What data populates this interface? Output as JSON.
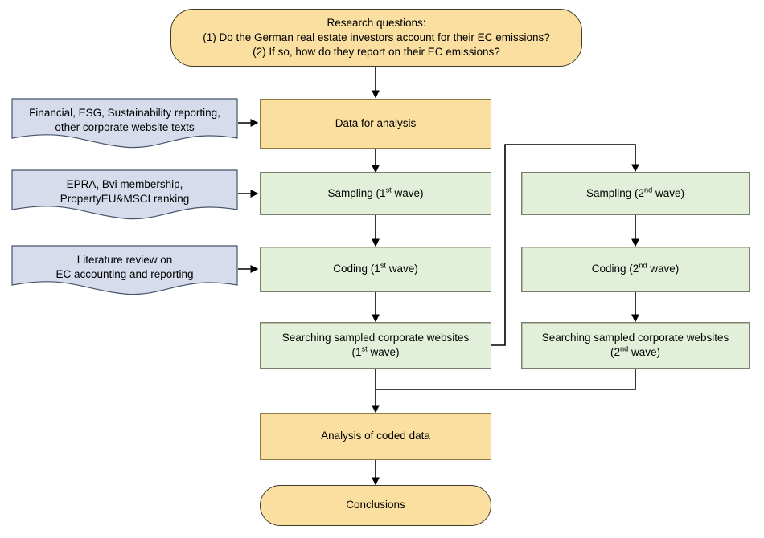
{
  "diagram": {
    "title_node": {
      "line1": "Research questions:",
      "line2": "(1) Do the German real estate investors account for their EC emissions?",
      "line3": "(2) If so, how do they report on their EC emissions?"
    },
    "inputs": [
      {
        "id": "input-reporting-sources",
        "line1": "Financial, ESG, Sustainability reporting,",
        "line2": "other corporate website texts"
      },
      {
        "id": "input-membership-rankings",
        "line1": "EPRA, Bvi membership,",
        "line2": "PropertyEU&MSCI ranking"
      },
      {
        "id": "input-literature-review",
        "line1": "Literature review on",
        "line2": "EC accounting and reporting"
      }
    ],
    "main_column": [
      {
        "id": "data-for-analysis",
        "label": "Data for analysis"
      },
      {
        "id": "sampling-wave-1",
        "label_pre": "Sampling (1",
        "label_sup": "st",
        "label_post": " wave)"
      },
      {
        "id": "coding-wave-1",
        "label_pre": "Coding (1",
        "label_sup": "st",
        "label_post": " wave)"
      },
      {
        "id": "searching-wave-1",
        "line1": "Searching sampled corporate websites",
        "line2_pre": "(1",
        "line2_sup": "st",
        "line2_post": " wave)"
      },
      {
        "id": "analysis-of-coded-data",
        "label": "Analysis of coded data"
      },
      {
        "id": "conclusions",
        "label": "Conclusions"
      }
    ],
    "second_wave_column": [
      {
        "id": "sampling-wave-2",
        "label_pre": "Sampling (2",
        "label_sup": "nd",
        "label_post": " wave)"
      },
      {
        "id": "coding-wave-2",
        "label_pre": "Coding (2",
        "label_sup": "nd",
        "label_post": " wave)"
      },
      {
        "id": "searching-wave-2",
        "line1": "Searching sampled corporate websites",
        "line2_pre": "(2",
        "line2_sup": "nd",
        "line2_post": " wave)"
      }
    ],
    "colors": {
      "yellow_fill": "#fadfa0",
      "green_fill": "#e2efd9",
      "blue_fill": "#d6dcec",
      "edge_stroke": "#000000",
      "blue_border": "#44546a"
    }
  }
}
